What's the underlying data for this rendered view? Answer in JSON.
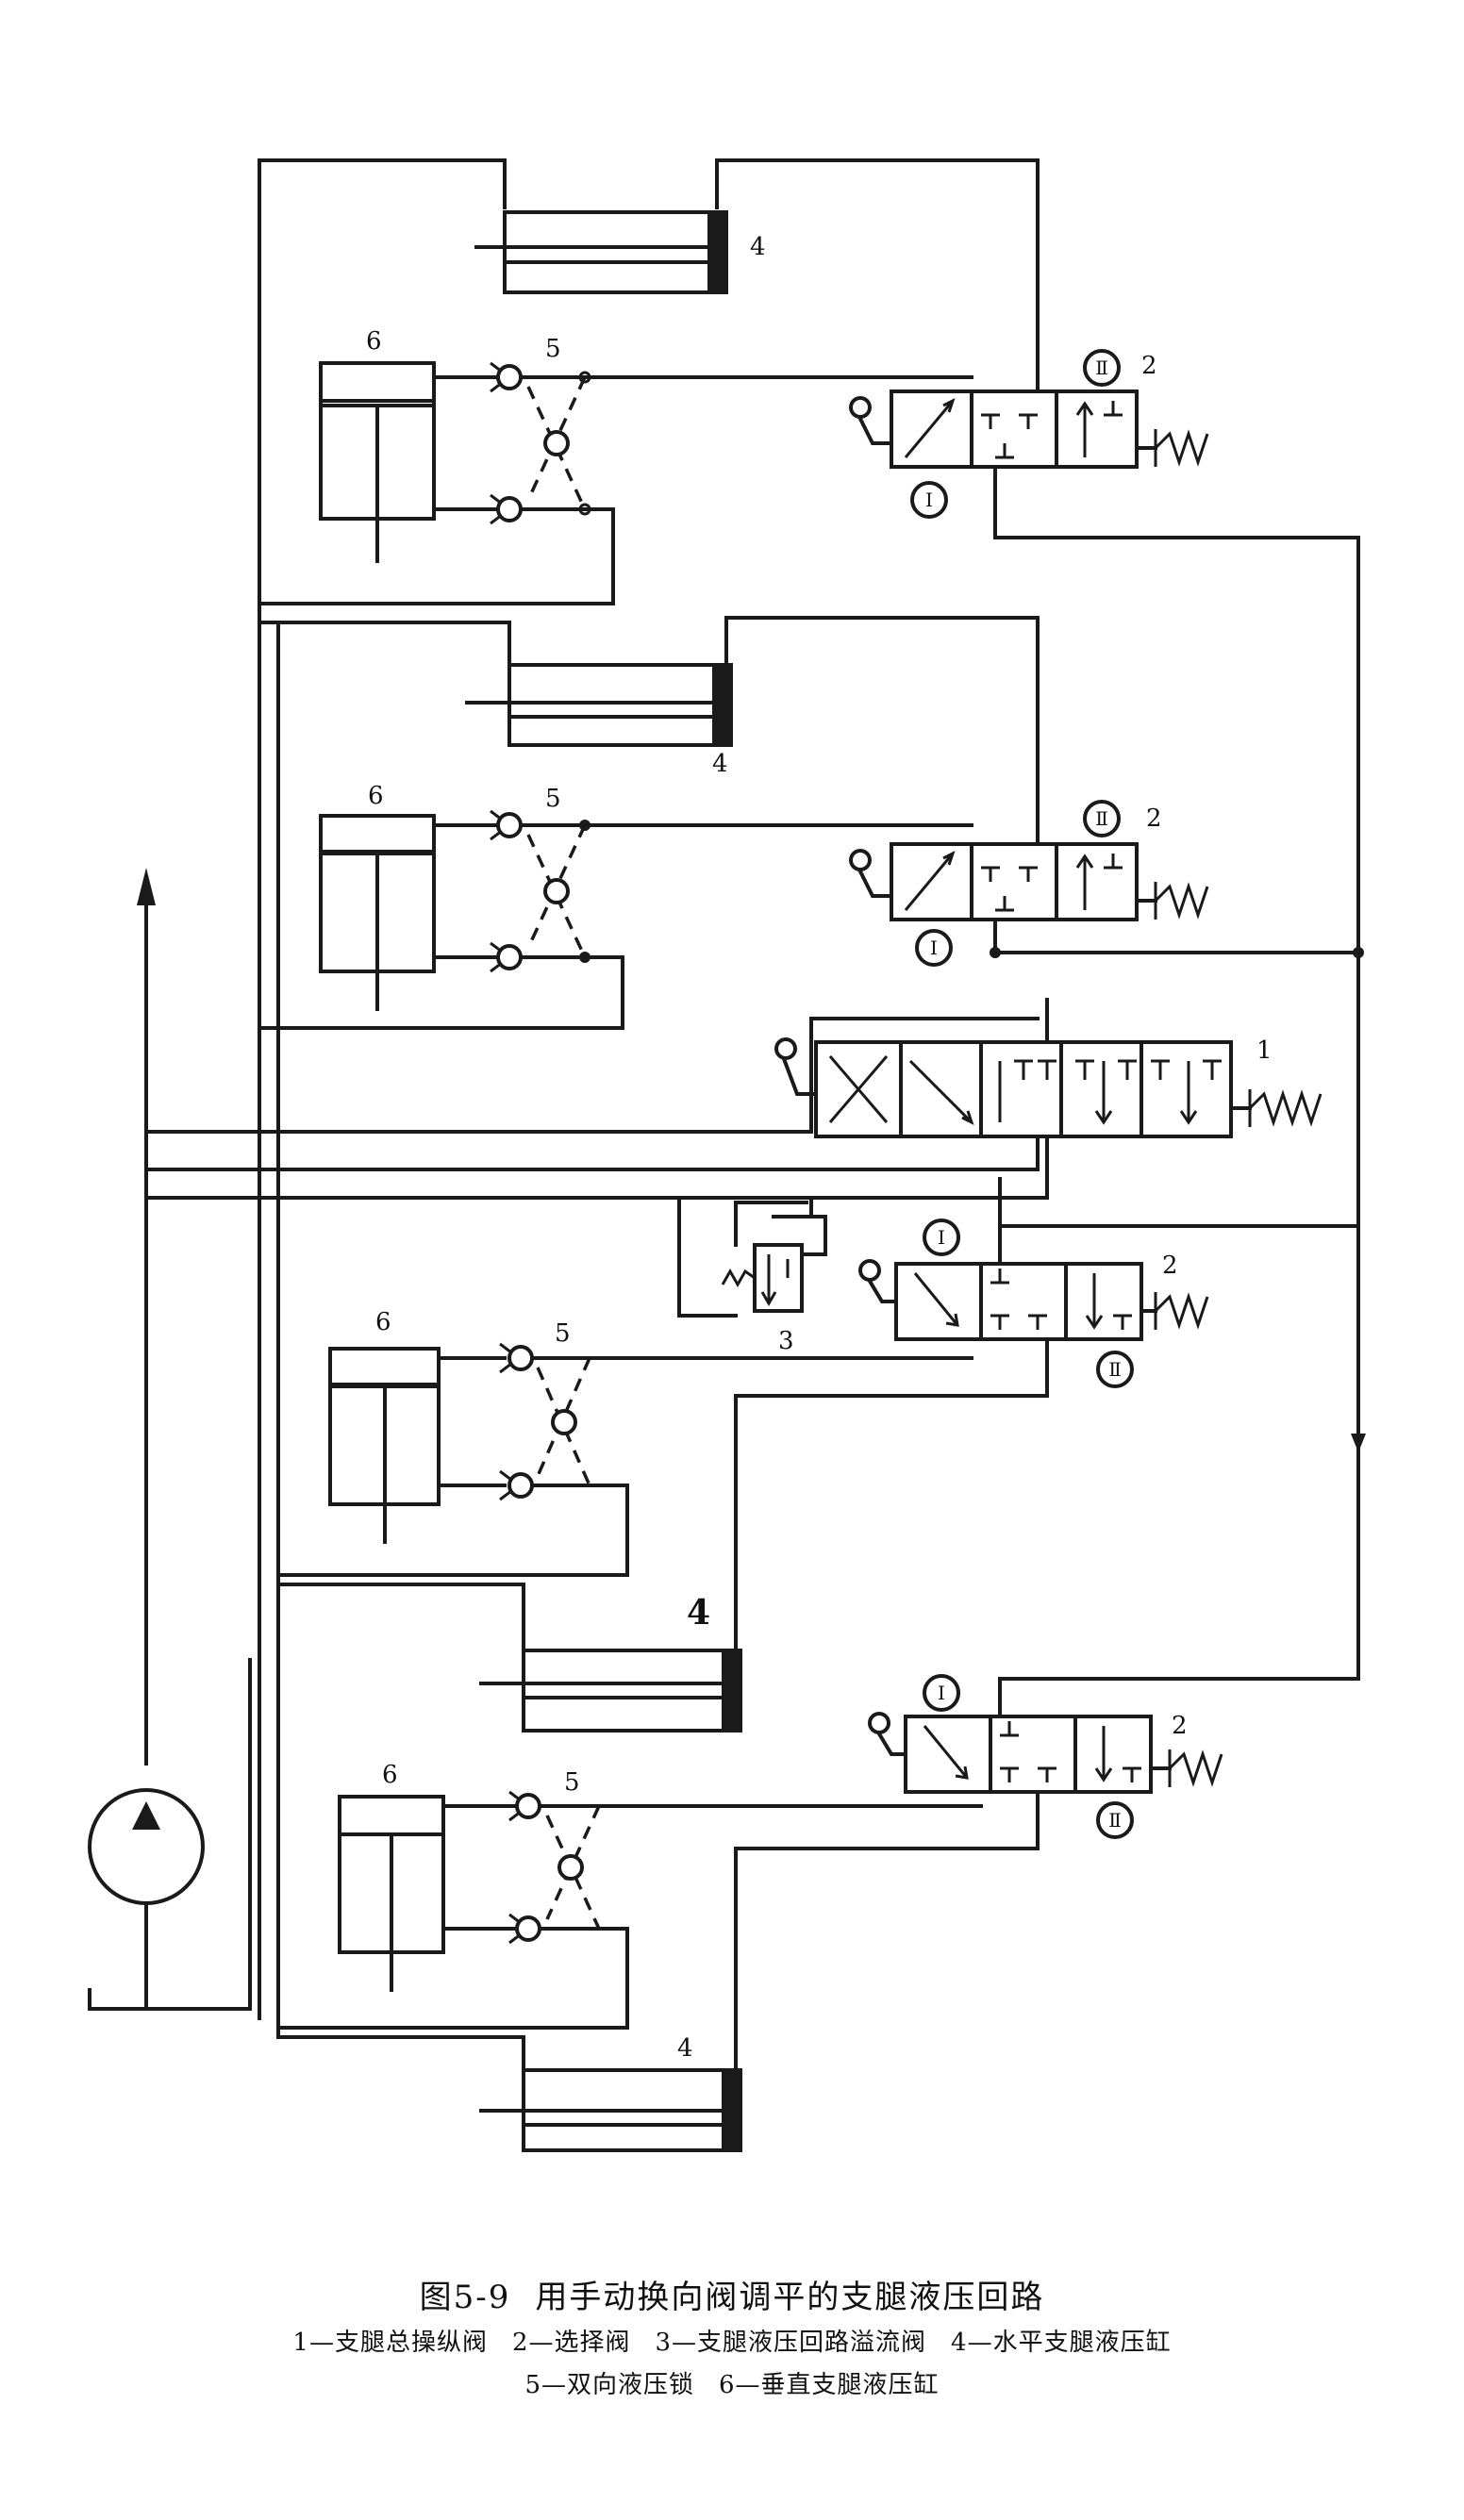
{
  "labels": {
    "selector_valve": "2",
    "main_valve": "1",
    "relief_valve": "3",
    "horizontal_cylinder": "4",
    "double_lock": "5",
    "vertical_cylinder": "6",
    "pos_one": "Ⅰ",
    "pos_two": "Ⅱ"
  },
  "caption": {
    "figure_no": "图5-9",
    "title": "用手动换向阀调平的支腿液压回路",
    "legend_line1": [
      "1—支腿总操纵阀",
      "2—选择阀",
      "3—支腿液压回路溢流阀",
      "4—水平支腿液压缸"
    ],
    "legend_line2": [
      "5—双向液压锁",
      "6—垂直支腿液压缸"
    ]
  }
}
